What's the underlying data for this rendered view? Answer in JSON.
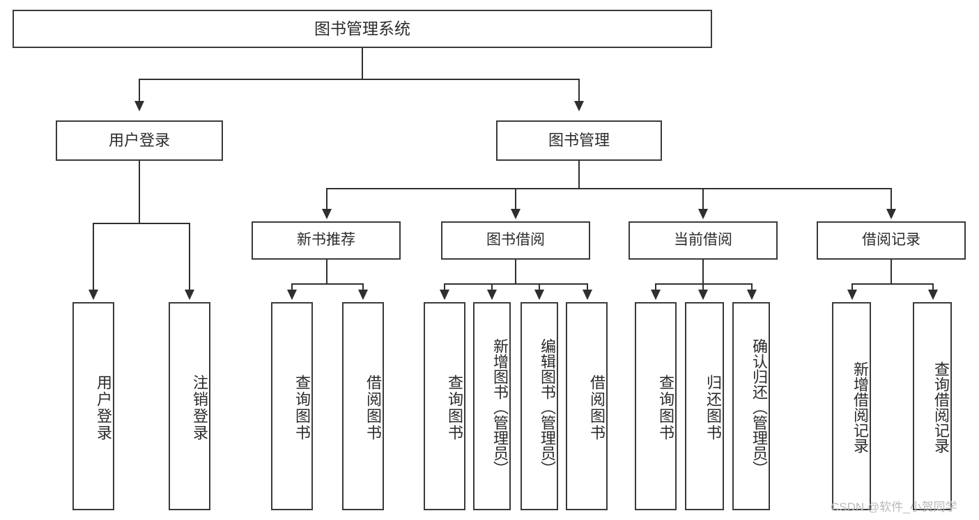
{
  "diagram": {
    "type": "tree",
    "title": "图书管理系统",
    "root": {
      "label": "图书管理系统"
    },
    "level1": [
      {
        "label": "用户登录"
      },
      {
        "label": "图书管理"
      }
    ],
    "level2": [
      {
        "label": "新书推荐"
      },
      {
        "label": "图书借阅"
      },
      {
        "label": "当前借阅"
      },
      {
        "label": "借阅记录"
      }
    ],
    "leaves": {
      "user_login": [
        {
          "label": "用户登录"
        },
        {
          "label": "注销登录"
        }
      ],
      "new_book_recommend": [
        {
          "label": "查询图书"
        },
        {
          "label": "借阅图书"
        }
      ],
      "book_borrow": [
        {
          "label": "查询图书"
        },
        {
          "label": "新增图书（管理员）"
        },
        {
          "label": "编辑图书（管理员）"
        },
        {
          "label": "借阅图书"
        }
      ],
      "current_borrow": [
        {
          "label": "查询图书"
        },
        {
          "label": "归还图书"
        },
        {
          "label": "确认归还（管理员）"
        }
      ],
      "borrow_record": [
        {
          "label": "新增借阅记录"
        },
        {
          "label": "查询借阅记录"
        }
      ]
    }
  },
  "watermark": {
    "text": "CSDN @软件_小贺同学"
  },
  "colors": {
    "box_border": "#3a3a3a",
    "connector": "#2f2f2f",
    "text": "#2b2b2b",
    "background": "#ffffff",
    "watermark": "#b9b9b9"
  }
}
